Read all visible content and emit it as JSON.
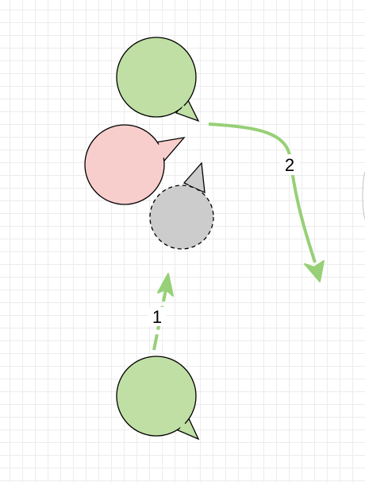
{
  "diagram": {
    "edges": [
      {
        "id": "edge-1",
        "label": "1",
        "color": "#97d077"
      },
      {
        "id": "edge-2",
        "label": "2",
        "color": "#97d077"
      }
    ],
    "nodes": [
      {
        "id": "green-top",
        "fill": "#c0dfa4",
        "stroke": "#000000",
        "style": "solid"
      },
      {
        "id": "red-middle",
        "fill": "#f8cecc",
        "stroke": "#000000",
        "style": "solid"
      },
      {
        "id": "gray-dashed",
        "fill": "#cccccc",
        "stroke": "#000000",
        "style": "dashed"
      },
      {
        "id": "green-bottom",
        "fill": "#c0dfa4",
        "stroke": "#000000",
        "style": "solid"
      }
    ]
  }
}
